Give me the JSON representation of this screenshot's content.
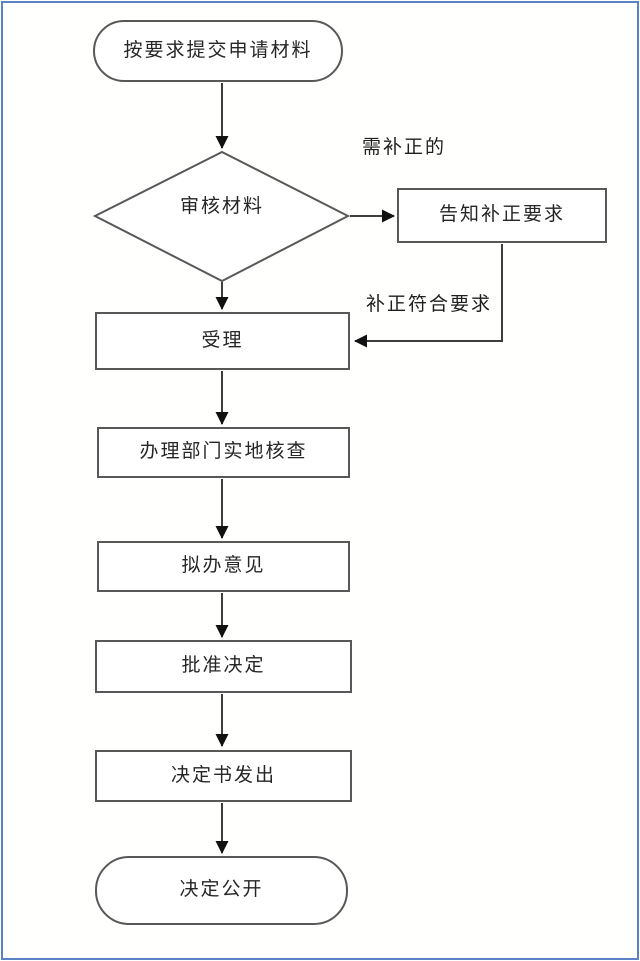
{
  "frame": {
    "border_color": "#5b82c4",
    "background": "#ffffff"
  },
  "flowchart": {
    "stroke_color": "#3d3d3d",
    "node_border_color": "#585858",
    "arrowhead_color": "#111111",
    "nodes": {
      "start": {
        "shape": "terminator",
        "label": "按要求提交申请材料"
      },
      "review": {
        "shape": "decision",
        "label": "审核材料"
      },
      "notify": {
        "shape": "process",
        "label": "告知补正要求"
      },
      "accept": {
        "shape": "process",
        "label": "受理"
      },
      "site_check": {
        "shape": "process",
        "label": "办理部门实地核查"
      },
      "opinion": {
        "shape": "process",
        "label": "拟办意见"
      },
      "approve": {
        "shape": "process",
        "label": "批准决定"
      },
      "issue": {
        "shape": "process",
        "label": "决定书发出"
      },
      "end": {
        "shape": "terminator",
        "label": "决定公开"
      }
    },
    "edge_labels": {
      "need_correction": "需补正的",
      "correction_ok": "补正符合要求"
    },
    "edges": [
      {
        "from": "start",
        "to": "review",
        "label": ""
      },
      {
        "from": "review",
        "to": "notify",
        "label": "需补正的"
      },
      {
        "from": "review",
        "to": "accept",
        "label": ""
      },
      {
        "from": "notify",
        "to": "accept",
        "label": "补正符合要求"
      },
      {
        "from": "accept",
        "to": "site_check",
        "label": ""
      },
      {
        "from": "site_check",
        "to": "opinion",
        "label": ""
      },
      {
        "from": "opinion",
        "to": "approve",
        "label": ""
      },
      {
        "from": "approve",
        "to": "issue",
        "label": ""
      },
      {
        "from": "issue",
        "to": "end",
        "label": ""
      }
    ]
  }
}
